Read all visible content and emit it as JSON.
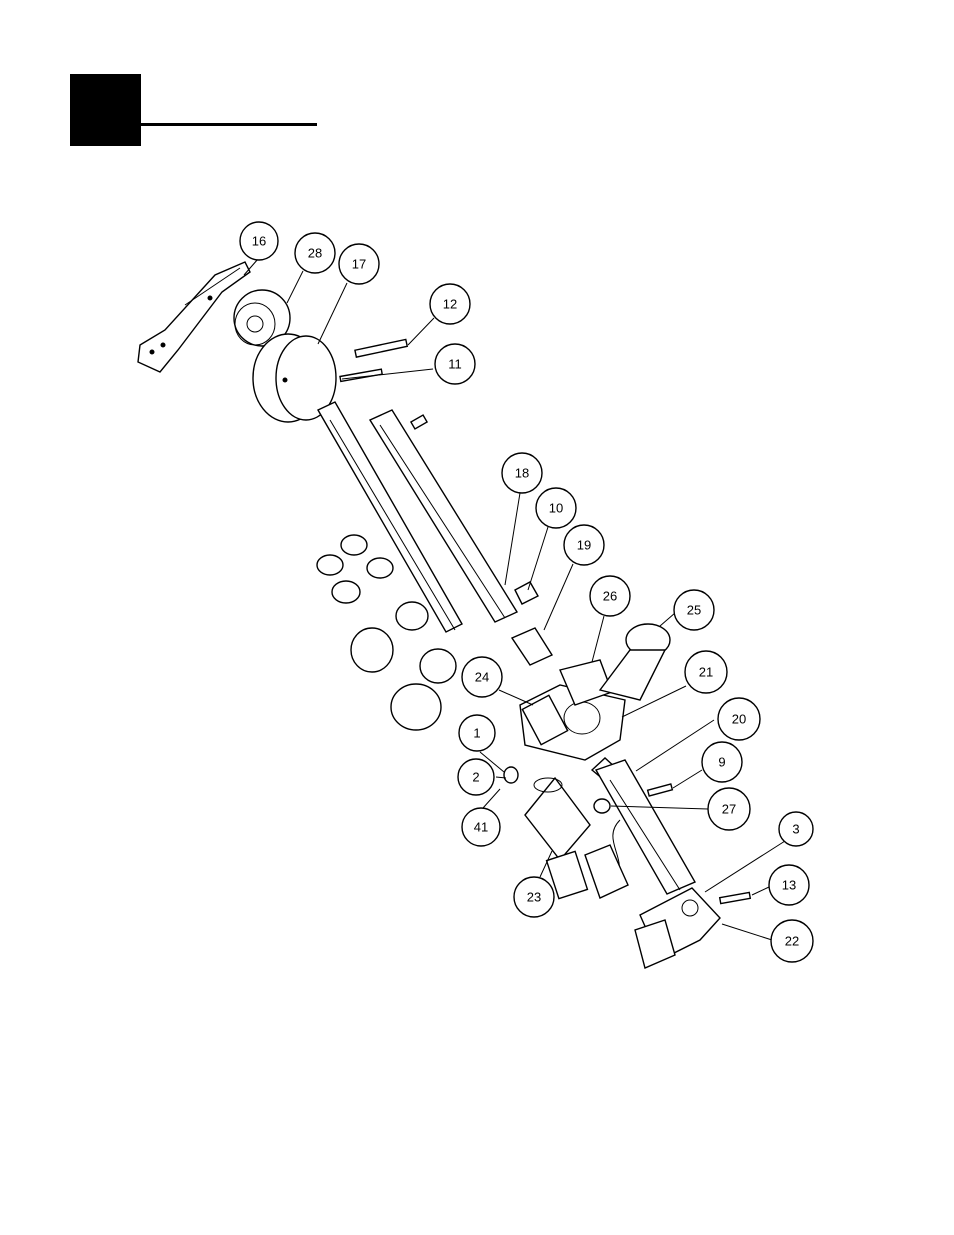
{
  "callouts": [
    {
      "id": "16",
      "label": "16"
    },
    {
      "id": "28",
      "label": "28"
    },
    {
      "id": "17",
      "label": "17"
    },
    {
      "id": "12",
      "label": "12"
    },
    {
      "id": "11",
      "label": "11"
    },
    {
      "id": "18",
      "label": "18"
    },
    {
      "id": "10",
      "label": "10"
    },
    {
      "id": "19",
      "label": "19"
    },
    {
      "id": "26",
      "label": "26"
    },
    {
      "id": "25",
      "label": "25"
    },
    {
      "id": "24",
      "label": "24"
    },
    {
      "id": "21",
      "label": "21"
    },
    {
      "id": "20",
      "label": "20"
    },
    {
      "id": "1",
      "label": "1"
    },
    {
      "id": "9",
      "label": "9"
    },
    {
      "id": "2",
      "label": "2"
    },
    {
      "id": "27",
      "label": "27"
    },
    {
      "id": "41",
      "label": "41"
    },
    {
      "id": "3",
      "label": "3"
    },
    {
      "id": "13",
      "label": "13"
    },
    {
      "id": "23",
      "label": "23"
    },
    {
      "id": "22",
      "label": "22"
    }
  ]
}
